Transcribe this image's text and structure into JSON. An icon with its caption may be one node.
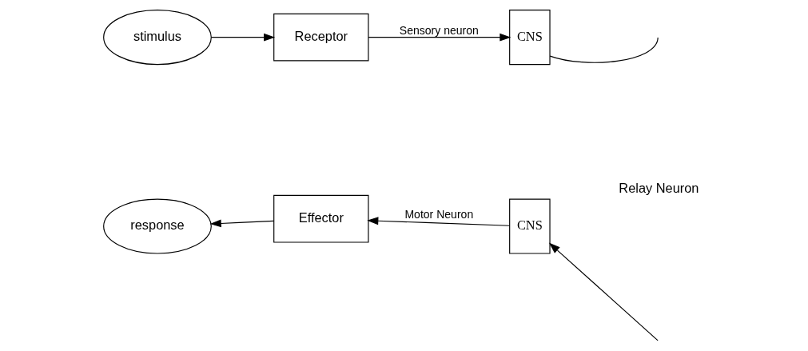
{
  "diagram": {
    "nodes": [
      {
        "text": [
          "stimulus"
        ]
      },
      {
        "text": [
          "Receptor"
        ]
      },
      {
        "text": [
          "CNS"
        ]
      },
      {
        "text": [
          "CNS"
        ]
      },
      {
        "text": [
          "Effector"
        ]
      },
      {
        "text": [
          "response"
        ]
      }
    ],
    "edges": [
      {
        "from": 0,
        "to": 1,
        "arrow": "to"
      },
      {
        "from": 1,
        "to": 2,
        "arrow": "to",
        "label": "Sensory neuron"
      },
      {
        "from": 2,
        "to": null,
        "arrow": "none"
      },
      {
        "from": null,
        "to": 3,
        "arrow": "to"
      },
      {
        "from": 3,
        "to": 4,
        "arrow": "to",
        "label": "Motor Neuron"
      },
      {
        "from": 4,
        "to": 5,
        "arrow": "to"
      }
    ],
    "labels": [
      "Relay Neuron"
    ]
  }
}
